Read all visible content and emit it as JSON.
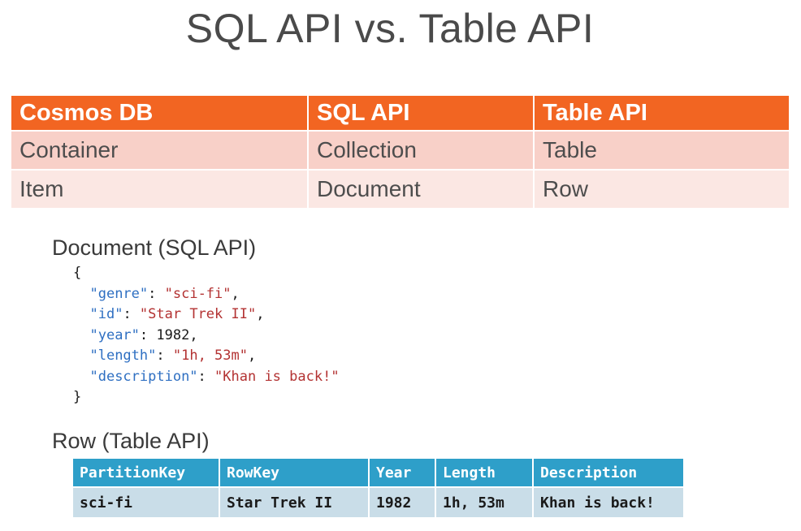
{
  "title": "SQL API vs. Table API",
  "mapping_table": {
    "headers": [
      "Cosmos DB",
      "SQL API",
      "Table API"
    ],
    "rows": [
      [
        "Container",
        "Collection",
        "Table"
      ],
      [
        "Item",
        "Document",
        "Row"
      ]
    ]
  },
  "document_section": {
    "heading": "Document (SQL API)",
    "open_brace": "{",
    "close_brace": "}",
    "fields": [
      {
        "key": "\"genre\"",
        "value": "\"sci-fi\"",
        "type": "str",
        "trail": ","
      },
      {
        "key": "\"id\"",
        "value": "\"Star Trek II\"",
        "type": "str",
        "trail": ","
      },
      {
        "key": "\"year\"",
        "value": "1982",
        "type": "num",
        "trail": ","
      },
      {
        "key": "\"length\"",
        "value": "\"1h, 53m\"",
        "type": "str",
        "trail": ","
      },
      {
        "key": "\"description\"",
        "value": "\"Khan is back!\"",
        "type": "str",
        "trail": ""
      }
    ]
  },
  "row_section": {
    "heading": "Row (Table API)",
    "headers": [
      "PartitionKey",
      "RowKey",
      "Year",
      "Length",
      "Description"
    ],
    "values": [
      "sci-fi",
      "Star Trek II",
      "1982",
      "1h, 53m",
      "Khan is back!"
    ]
  },
  "colors": {
    "mapping_header": "#f26522",
    "mapping_row_1": "#f8d0c8",
    "mapping_row_2": "#fbe7e3",
    "json_key": "#2e6fc2",
    "json_string": "#b33232",
    "row_header": "#2e9fc9",
    "row_cell": "#c9dde8"
  }
}
